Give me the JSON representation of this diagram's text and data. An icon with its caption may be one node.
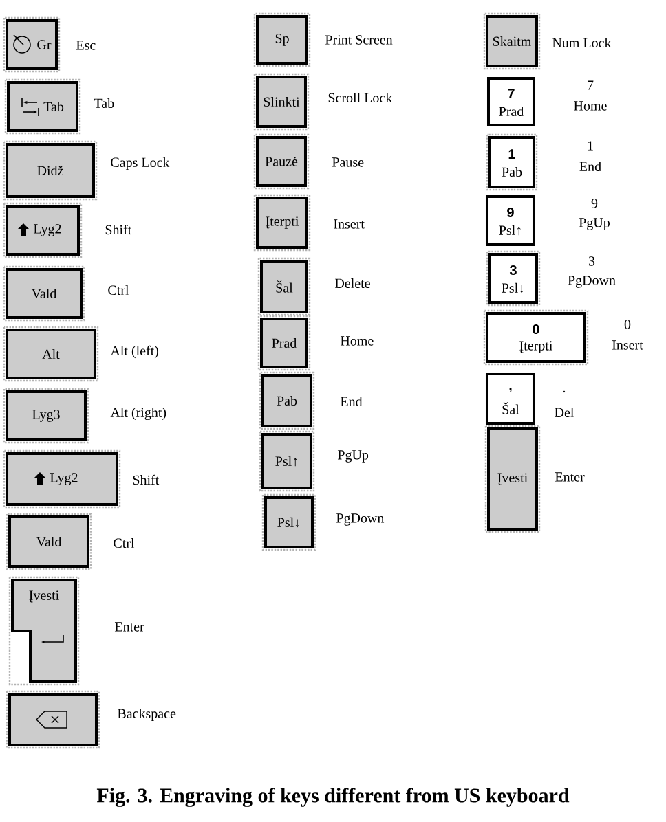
{
  "diagram": {
    "caption": "Fig. 3. Engraving of keys different from US keyboard",
    "nodes": [
      {
        "text": [
          "Gr"
        ],
        "beside": [
          "Esc"
        ]
      },
      {
        "text": [
          "Tab"
        ],
        "beside": [
          "Tab"
        ]
      },
      {
        "text": [
          "Didž"
        ],
        "beside": [
          "Caps Lock"
        ]
      },
      {
        "text": [
          "Lyg2"
        ],
        "beside": [
          "Shift"
        ]
      },
      {
        "text": [
          "Vald"
        ],
        "beside": [
          "Ctrl"
        ]
      },
      {
        "text": [
          "Alt"
        ],
        "beside": [
          "Alt (left)"
        ]
      },
      {
        "text": [
          "Lyg3"
        ],
        "beside": [
          "Alt (right)"
        ]
      },
      {
        "text": [
          "Lyg2"
        ],
        "beside": [
          "Shift"
        ]
      },
      {
        "text": [
          "Vald"
        ],
        "beside": [
          "Ctrl"
        ]
      },
      {
        "text": [
          "Įvesti"
        ],
        "beside": [
          "Enter"
        ]
      },
      {
        "text": [],
        "shape": "box",
        "beside": [
          "Backspace"
        ]
      },
      {
        "text": [
          "Sp"
        ],
        "beside": [
          "Print Screen"
        ]
      },
      {
        "text": [
          "Slinkti"
        ],
        "beside": [
          "Scroll Lock"
        ]
      },
      {
        "text": [
          "Pauzė"
        ],
        "beside": [
          "Pause"
        ]
      },
      {
        "text": [
          "Įterpti"
        ],
        "beside": [
          "Insert"
        ]
      },
      {
        "text": [
          "Šal"
        ],
        "beside": [
          "Delete"
        ]
      },
      {
        "text": [
          "Prad"
        ],
        "beside": [
          "Home"
        ]
      },
      {
        "text": [
          "Pab"
        ],
        "beside": [
          "End"
        ]
      },
      {
        "text": [
          "Psl↑"
        ],
        "beside": [
          "PgUp"
        ]
      },
      {
        "text": [
          "Psl↓"
        ],
        "beside": [
          "PgDown"
        ]
      },
      {
        "text": [
          "Skaitm"
        ],
        "beside": [
          "Num Lock"
        ]
      },
      {
        "text": [
          "7",
          "Prad"
        ],
        "beside": [
          "7",
          "Home"
        ]
      },
      {
        "text": [
          "1",
          "Pab"
        ],
        "beside": [
          "1",
          "End"
        ]
      },
      {
        "text": [
          "9",
          "Psl↑"
        ],
        "beside": [
          "9",
          "PgUp"
        ]
      },
      {
        "text": [
          "3",
          "Psl↓"
        ],
        "beside": [
          "3",
          "PgDown"
        ]
      },
      {
        "text": [
          "0",
          "Įterpti"
        ],
        "beside": [
          "0",
          "Insert"
        ]
      },
      {
        "text": [
          ",",
          "Šal"
        ],
        "beside": [
          ".",
          "Del"
        ]
      },
      {
        "text": [
          "Įvesti"
        ],
        "beside": [
          "Enter"
        ]
      }
    ]
  }
}
